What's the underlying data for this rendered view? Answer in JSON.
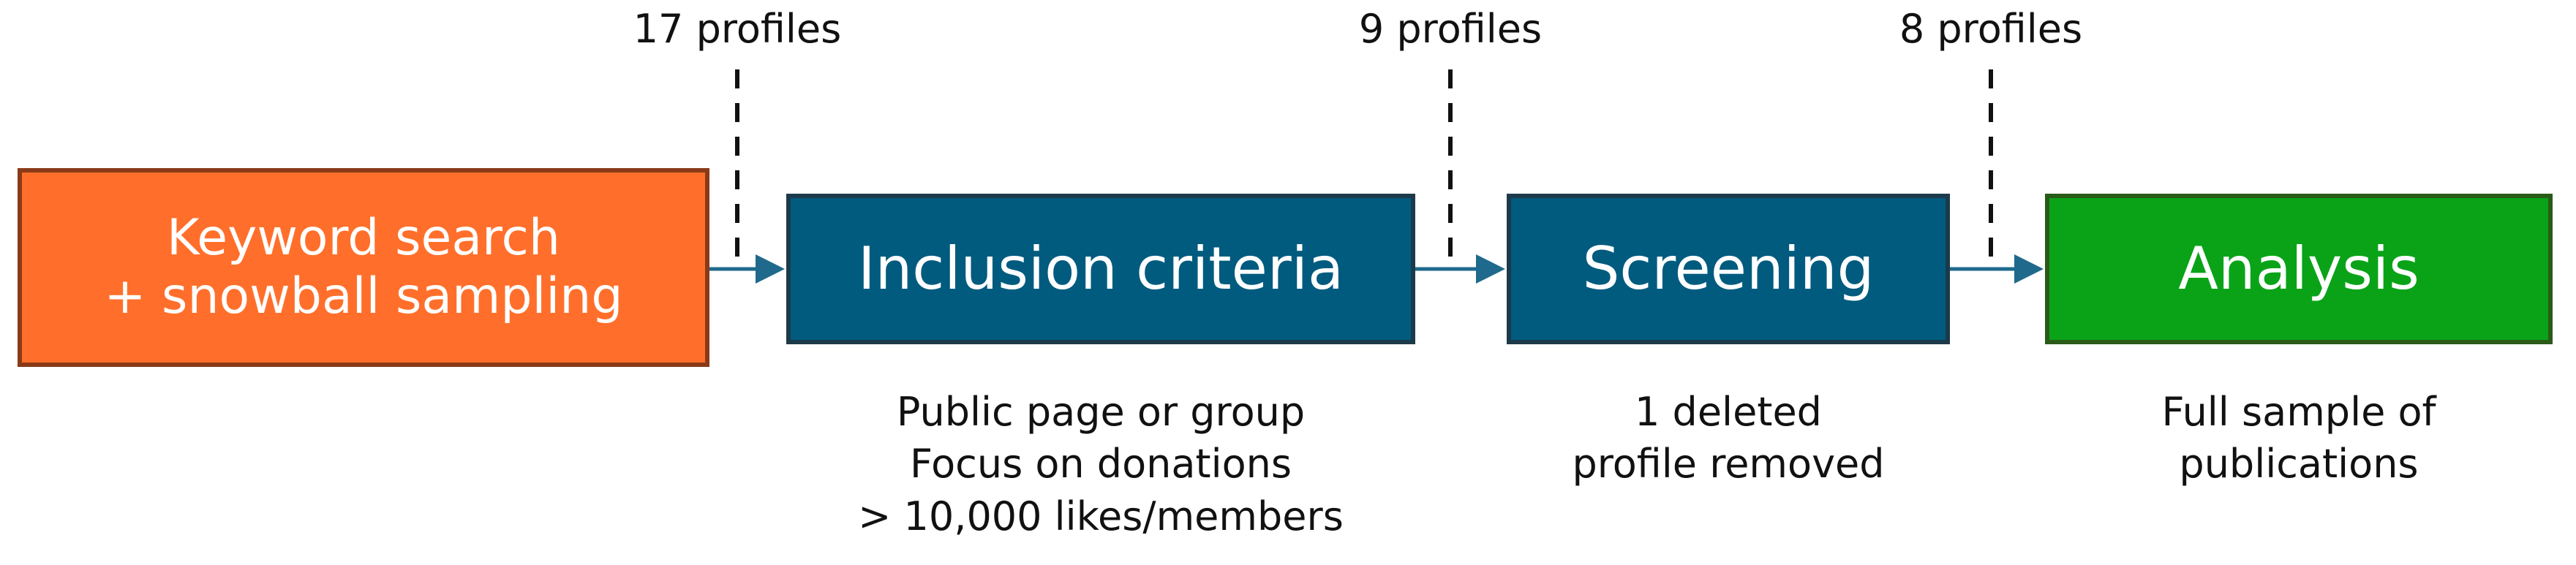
{
  "stages": [
    {
      "label_lines": [
        "Keyword search",
        "+ snowball sampling"
      ],
      "color": "#ff6f2b"
    },
    {
      "label_lines": [
        "Inclusion criteria"
      ],
      "color": "#005b7f"
    },
    {
      "label_lines": [
        "Screening"
      ],
      "color": "#005b7f"
    },
    {
      "label_lines": [
        "Analysis"
      ],
      "color": "#0aa318"
    }
  ],
  "counts": [
    "17 profiles",
    "9 profiles",
    "8 profiles"
  ],
  "notes": {
    "inclusion": [
      "Public page or group",
      "Focus on donations",
      "> 10,000 likes/members"
    ],
    "screening": [
      "1 deleted",
      "profile removed"
    ],
    "analysis": [
      "Full sample of",
      "publications"
    ]
  },
  "arrow_color": "#1f6a8c"
}
